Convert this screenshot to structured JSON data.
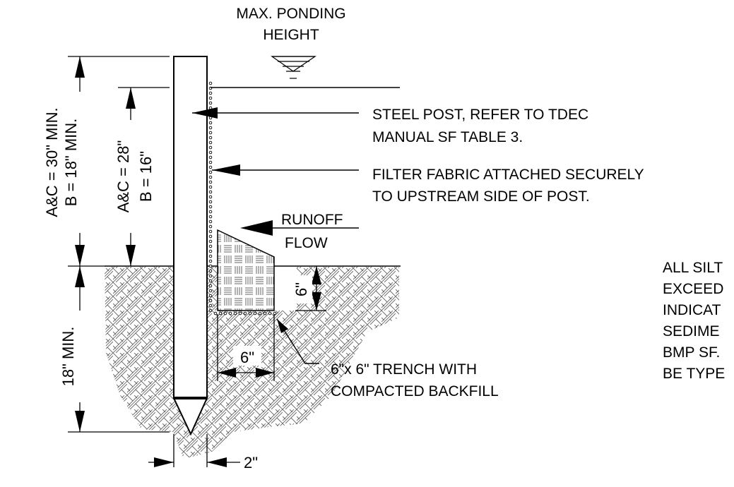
{
  "labels": {
    "ponding_line1": "MAX. PONDING",
    "ponding_line2": "HEIGHT",
    "steel_post_line1": "STEEL POST, REFER TO TDEC",
    "steel_post_line2": "MANUAL SF TABLE 3.",
    "fabric_line1": "FILTER FABRIC ATTACHED SECURELY",
    "fabric_line2": "TO UPSTREAM SIDE OF POST.",
    "runoff_line1": "RUNOFF",
    "runoff_line2": "FLOW",
    "trench_line1": "6\"x 6\" TRENCH WITH",
    "trench_line2": "COMPACTED BACKFILL",
    "note_line1": "ALL SILT",
    "note_line2": "EXCEED",
    "note_line3": "INDICAT",
    "note_line4": "SEDIME",
    "note_line5": "BMP SF.",
    "note_line6": "BE TYPE"
  },
  "dimensions": {
    "outer_line1": "A&C = 30\" MIN.",
    "outer_line2": "B = 18\" MIN.",
    "inner_line1": "A&C = 28\"",
    "inner_line2": "B = 16\"",
    "embed": "18\" MIN.",
    "trench_depth": "6\"",
    "trench_width": "6\"",
    "post_width": "2\""
  }
}
